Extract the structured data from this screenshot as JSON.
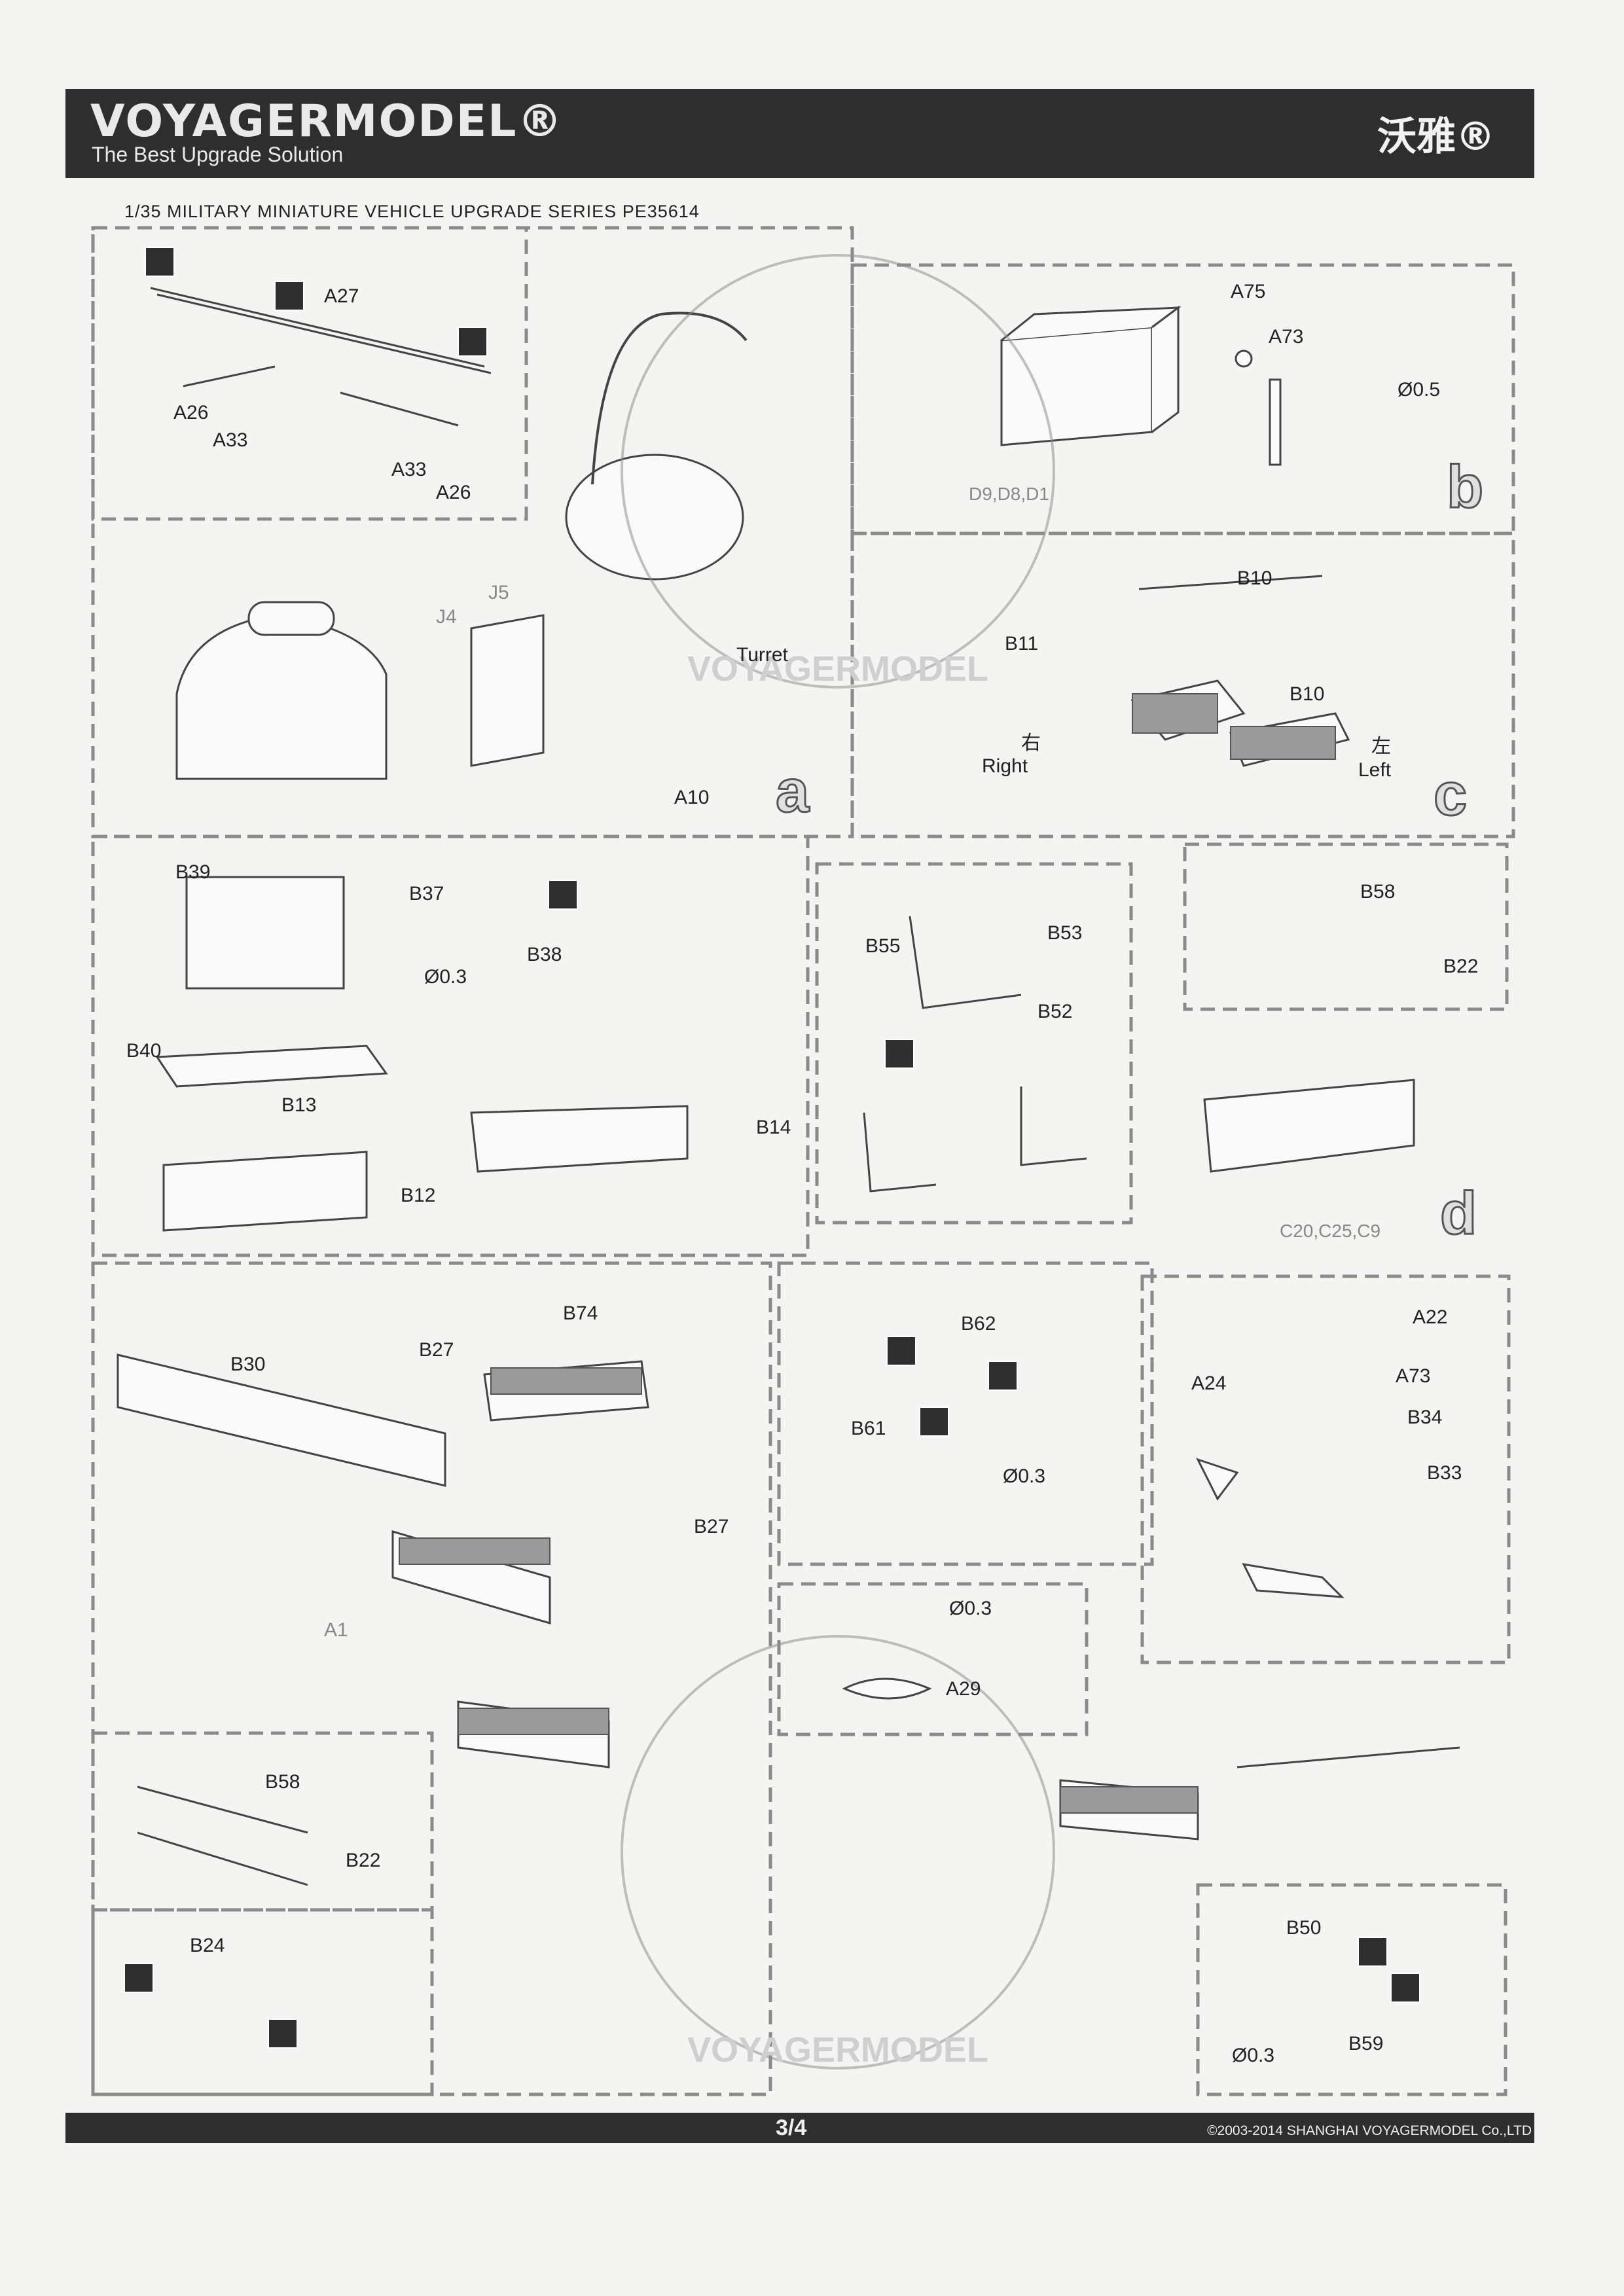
{
  "header": {
    "logo": "VOYAGERMODEL®",
    "tagline": "The Best Upgrade Solution",
    "cn_brand": "沃雅®"
  },
  "series_line": "1/35 MILITARY MINIATURE VEHICLE UPGRADE SERIES PE35614",
  "panels": {
    "a": {
      "tag": "a",
      "labels": [
        "A27",
        "A26",
        "A33",
        "A33",
        "A26",
        "J4",
        "J5",
        "Turret",
        "A10"
      ]
    },
    "b": {
      "tag": "b",
      "labels": [
        "A75",
        "A73",
        "Ø0.5",
        "D9,D8,D1"
      ]
    },
    "c": {
      "tag": "c",
      "labels": [
        "B10",
        "B11",
        "右",
        "Right",
        "B10",
        "左",
        "Left"
      ]
    },
    "box_left": {
      "labels": [
        "B39",
        "B37",
        "B38",
        "Ø0.3",
        "B40",
        "B13",
        "B14",
        "B12"
      ]
    },
    "bracket": {
      "labels": [
        "B55",
        "B53",
        "B52"
      ]
    },
    "d": {
      "tag": "d",
      "labels": [
        "B58",
        "B22",
        "C20,C25,C9"
      ]
    },
    "lower_left": {
      "labels": [
        "B74",
        "B30",
        "B27",
        "B27",
        "A1",
        "B58",
        "B22",
        "B24"
      ]
    },
    "lower_mid": {
      "labels": [
        "B62",
        "B61",
        "Ø0.3",
        "Ø0.3",
        "A29"
      ]
    },
    "lower_right": {
      "labels": [
        "A22",
        "A24",
        "A73",
        "B34",
        "B33",
        "B50",
        "Ø0.3",
        "B59"
      ]
    }
  },
  "watermark": "VOYAGERMODEL",
  "footer": {
    "page": "3/4",
    "copyright": "©2003-2014 SHANGHAI VOYAGERMODEL Co.,LTD"
  },
  "colors": {
    "bar": "#2e2e2e",
    "line": "#444444",
    "dash": "#8a8a8a",
    "tag_fill": "#e0e0e0"
  }
}
